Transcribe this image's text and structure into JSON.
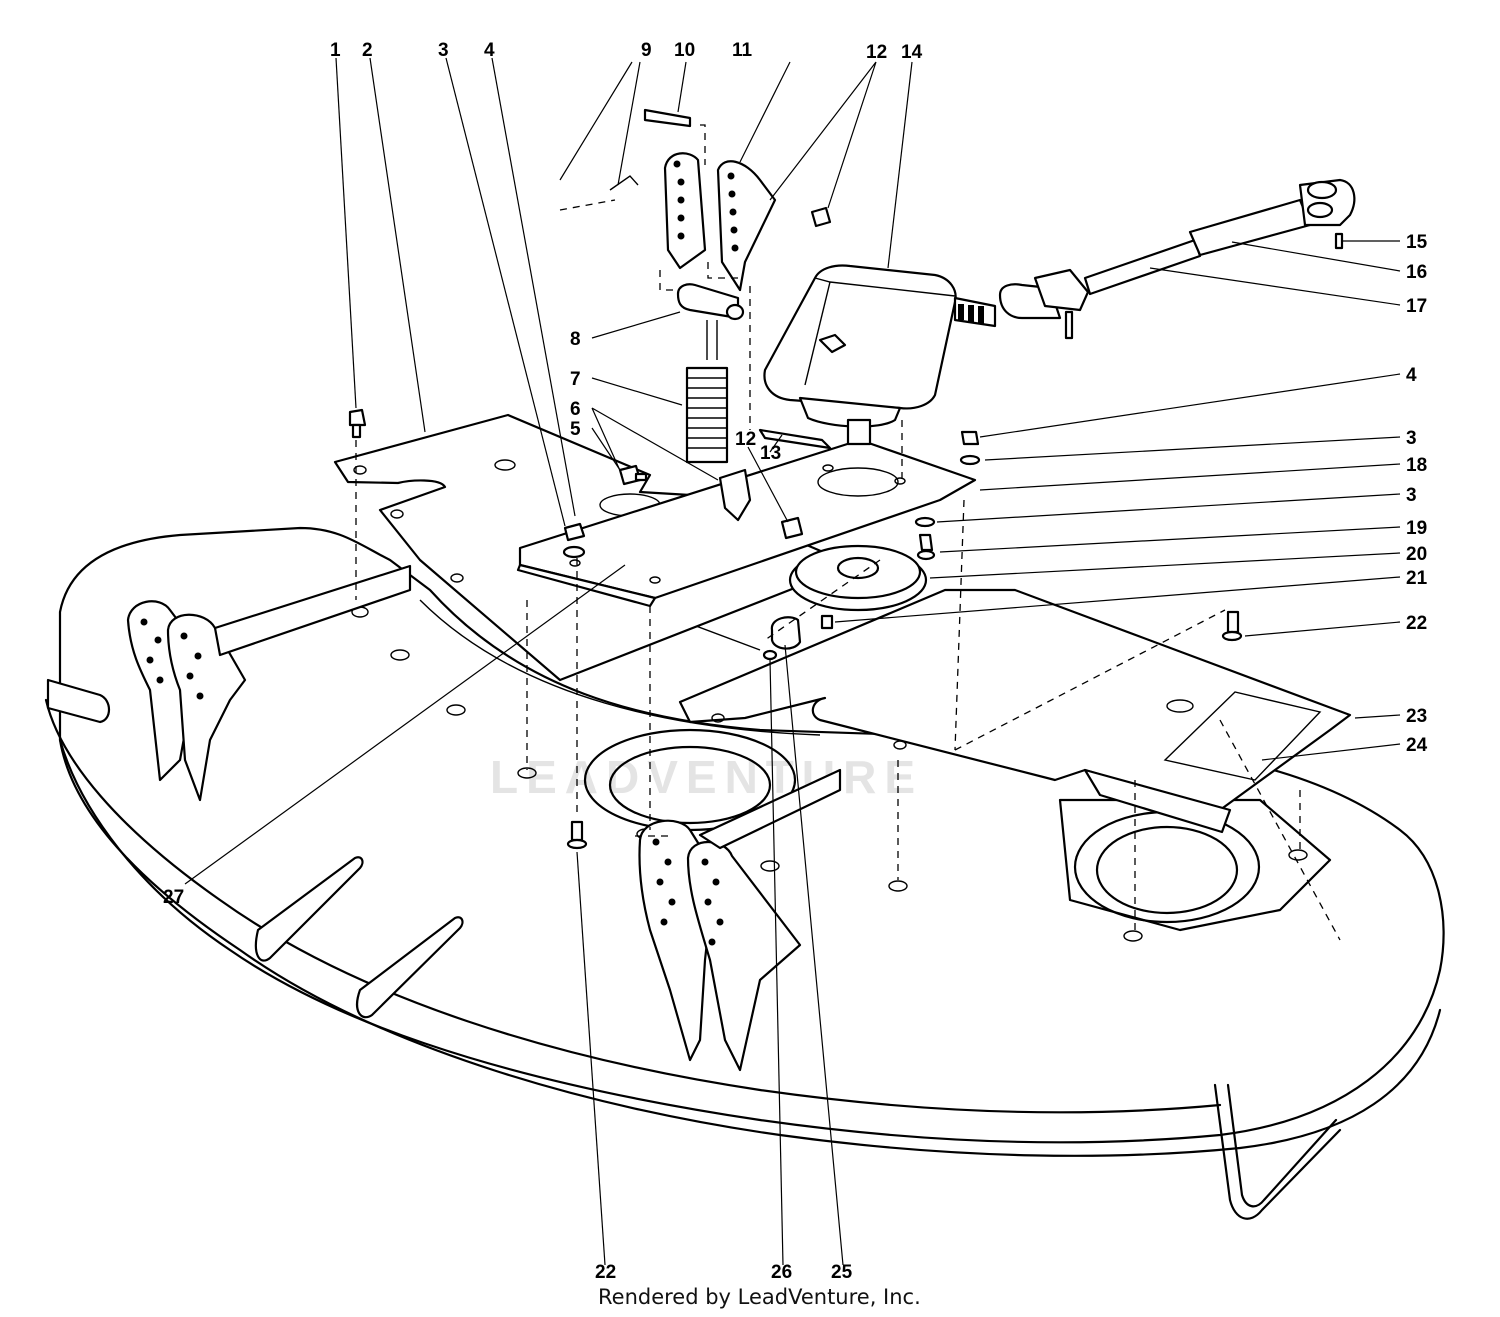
{
  "watermark": "LEADVENTURE",
  "credit": "Rendered by LeadVenture, Inc.",
  "callouts": {
    "c1": "1",
    "c2": "2",
    "c3a": "3",
    "c4a": "4",
    "c9": "9",
    "c10": "10",
    "c11": "11",
    "c12a": "12",
    "c14": "14",
    "c15": "15",
    "c16": "16",
    "c17": "17",
    "c4b": "4",
    "c3b": "3",
    "c18": "18",
    "c3c": "3",
    "c19": "19",
    "c20": "20",
    "c21": "21",
    "c22a": "22",
    "c23": "23",
    "c24": "24",
    "c8": "8",
    "c7": "7",
    "c6": "6",
    "c5": "5",
    "c12b": "12",
    "c13": "13",
    "c27": "27",
    "c22b": "22",
    "c26": "26",
    "c25": "25"
  }
}
